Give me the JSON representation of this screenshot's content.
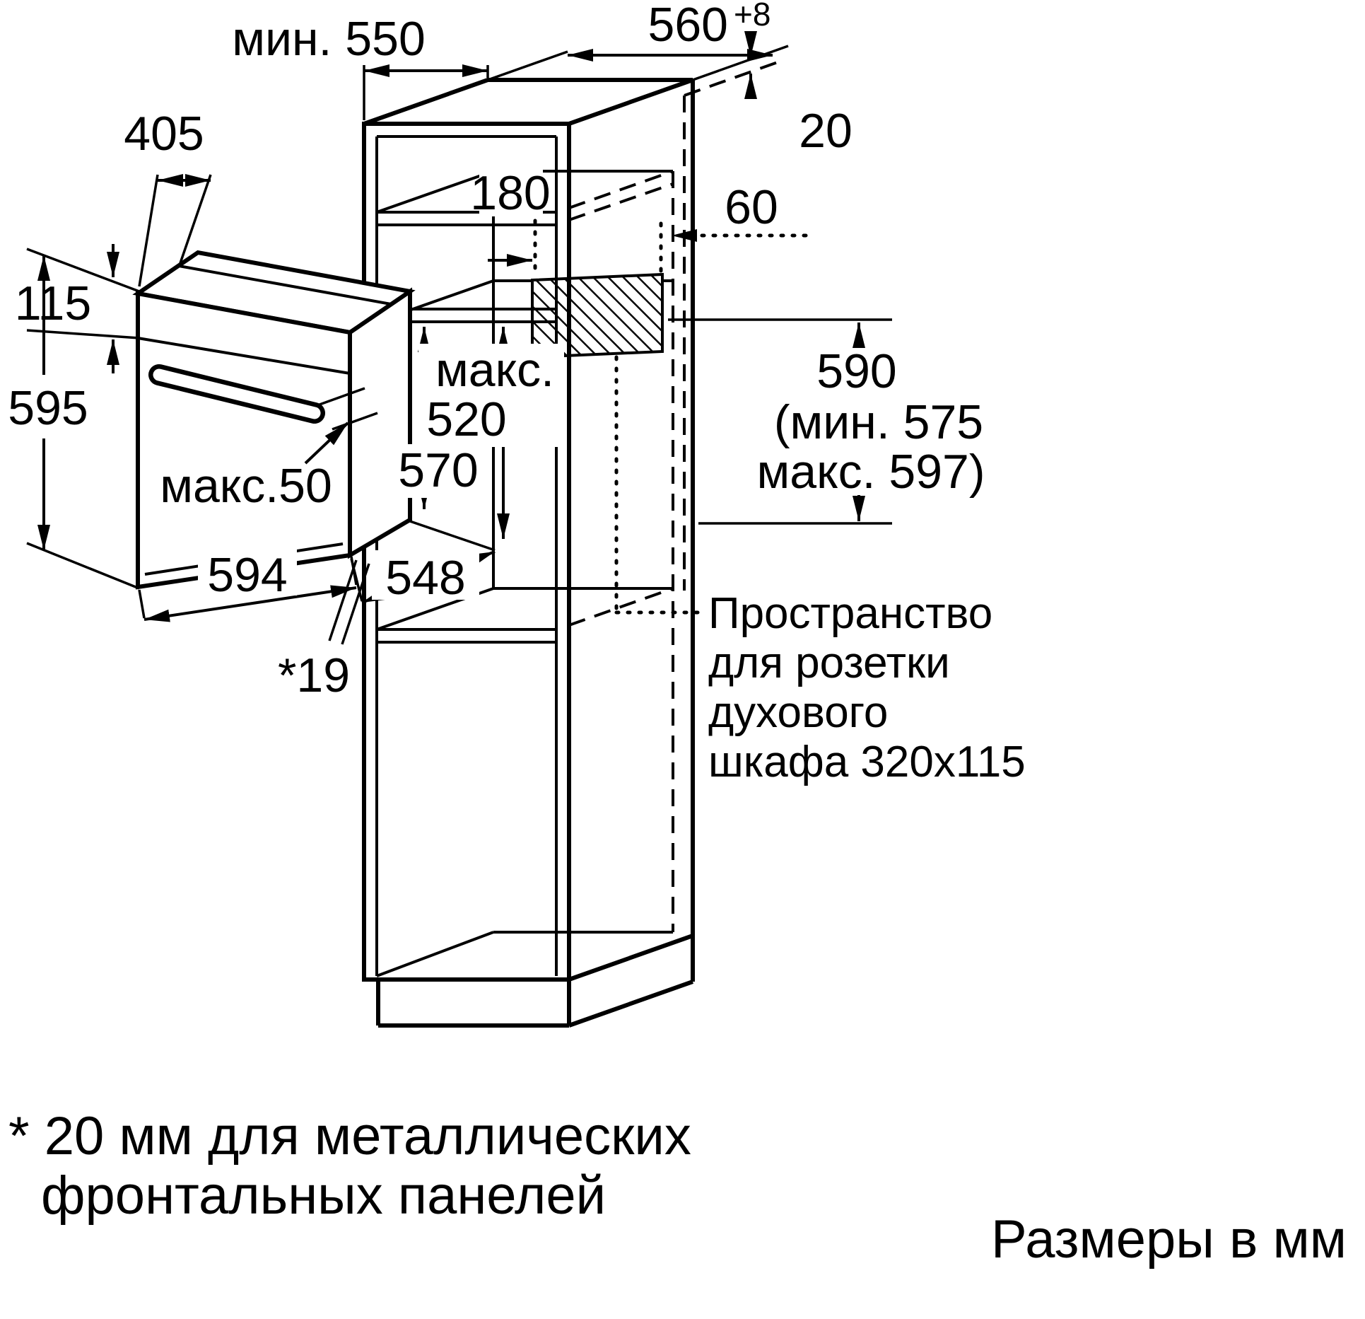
{
  "dims": {
    "min_depth": "мин. 550",
    "width": "560",
    "width_tol": "+8",
    "top_depth": "405",
    "rear_offset": "180",
    "wall_gap": "20",
    "socket_gap": "60",
    "panel_height": "115",
    "oven_height": "595",
    "max_word": "макс.",
    "max_depth": "520",
    "inner_height": "570",
    "handle_max": "макс.50",
    "oven_width": "594",
    "oven_depth": "548",
    "front_gap": "*19",
    "niche_height": "590",
    "niche_min": "(мин. 575",
    "niche_max": "макс. 597)"
  },
  "socket_note": {
    "line1": "Пространство",
    "line2": "для розетки",
    "line3": "духового",
    "line4": "шкафа 320x115"
  },
  "footnote": {
    "line1": "* 20 мм для металлических",
    "line2": "фронтальных панелей"
  },
  "units_note": "Размеры в мм",
  "colors": {
    "line": "#000000",
    "background": "#ffffff"
  }
}
